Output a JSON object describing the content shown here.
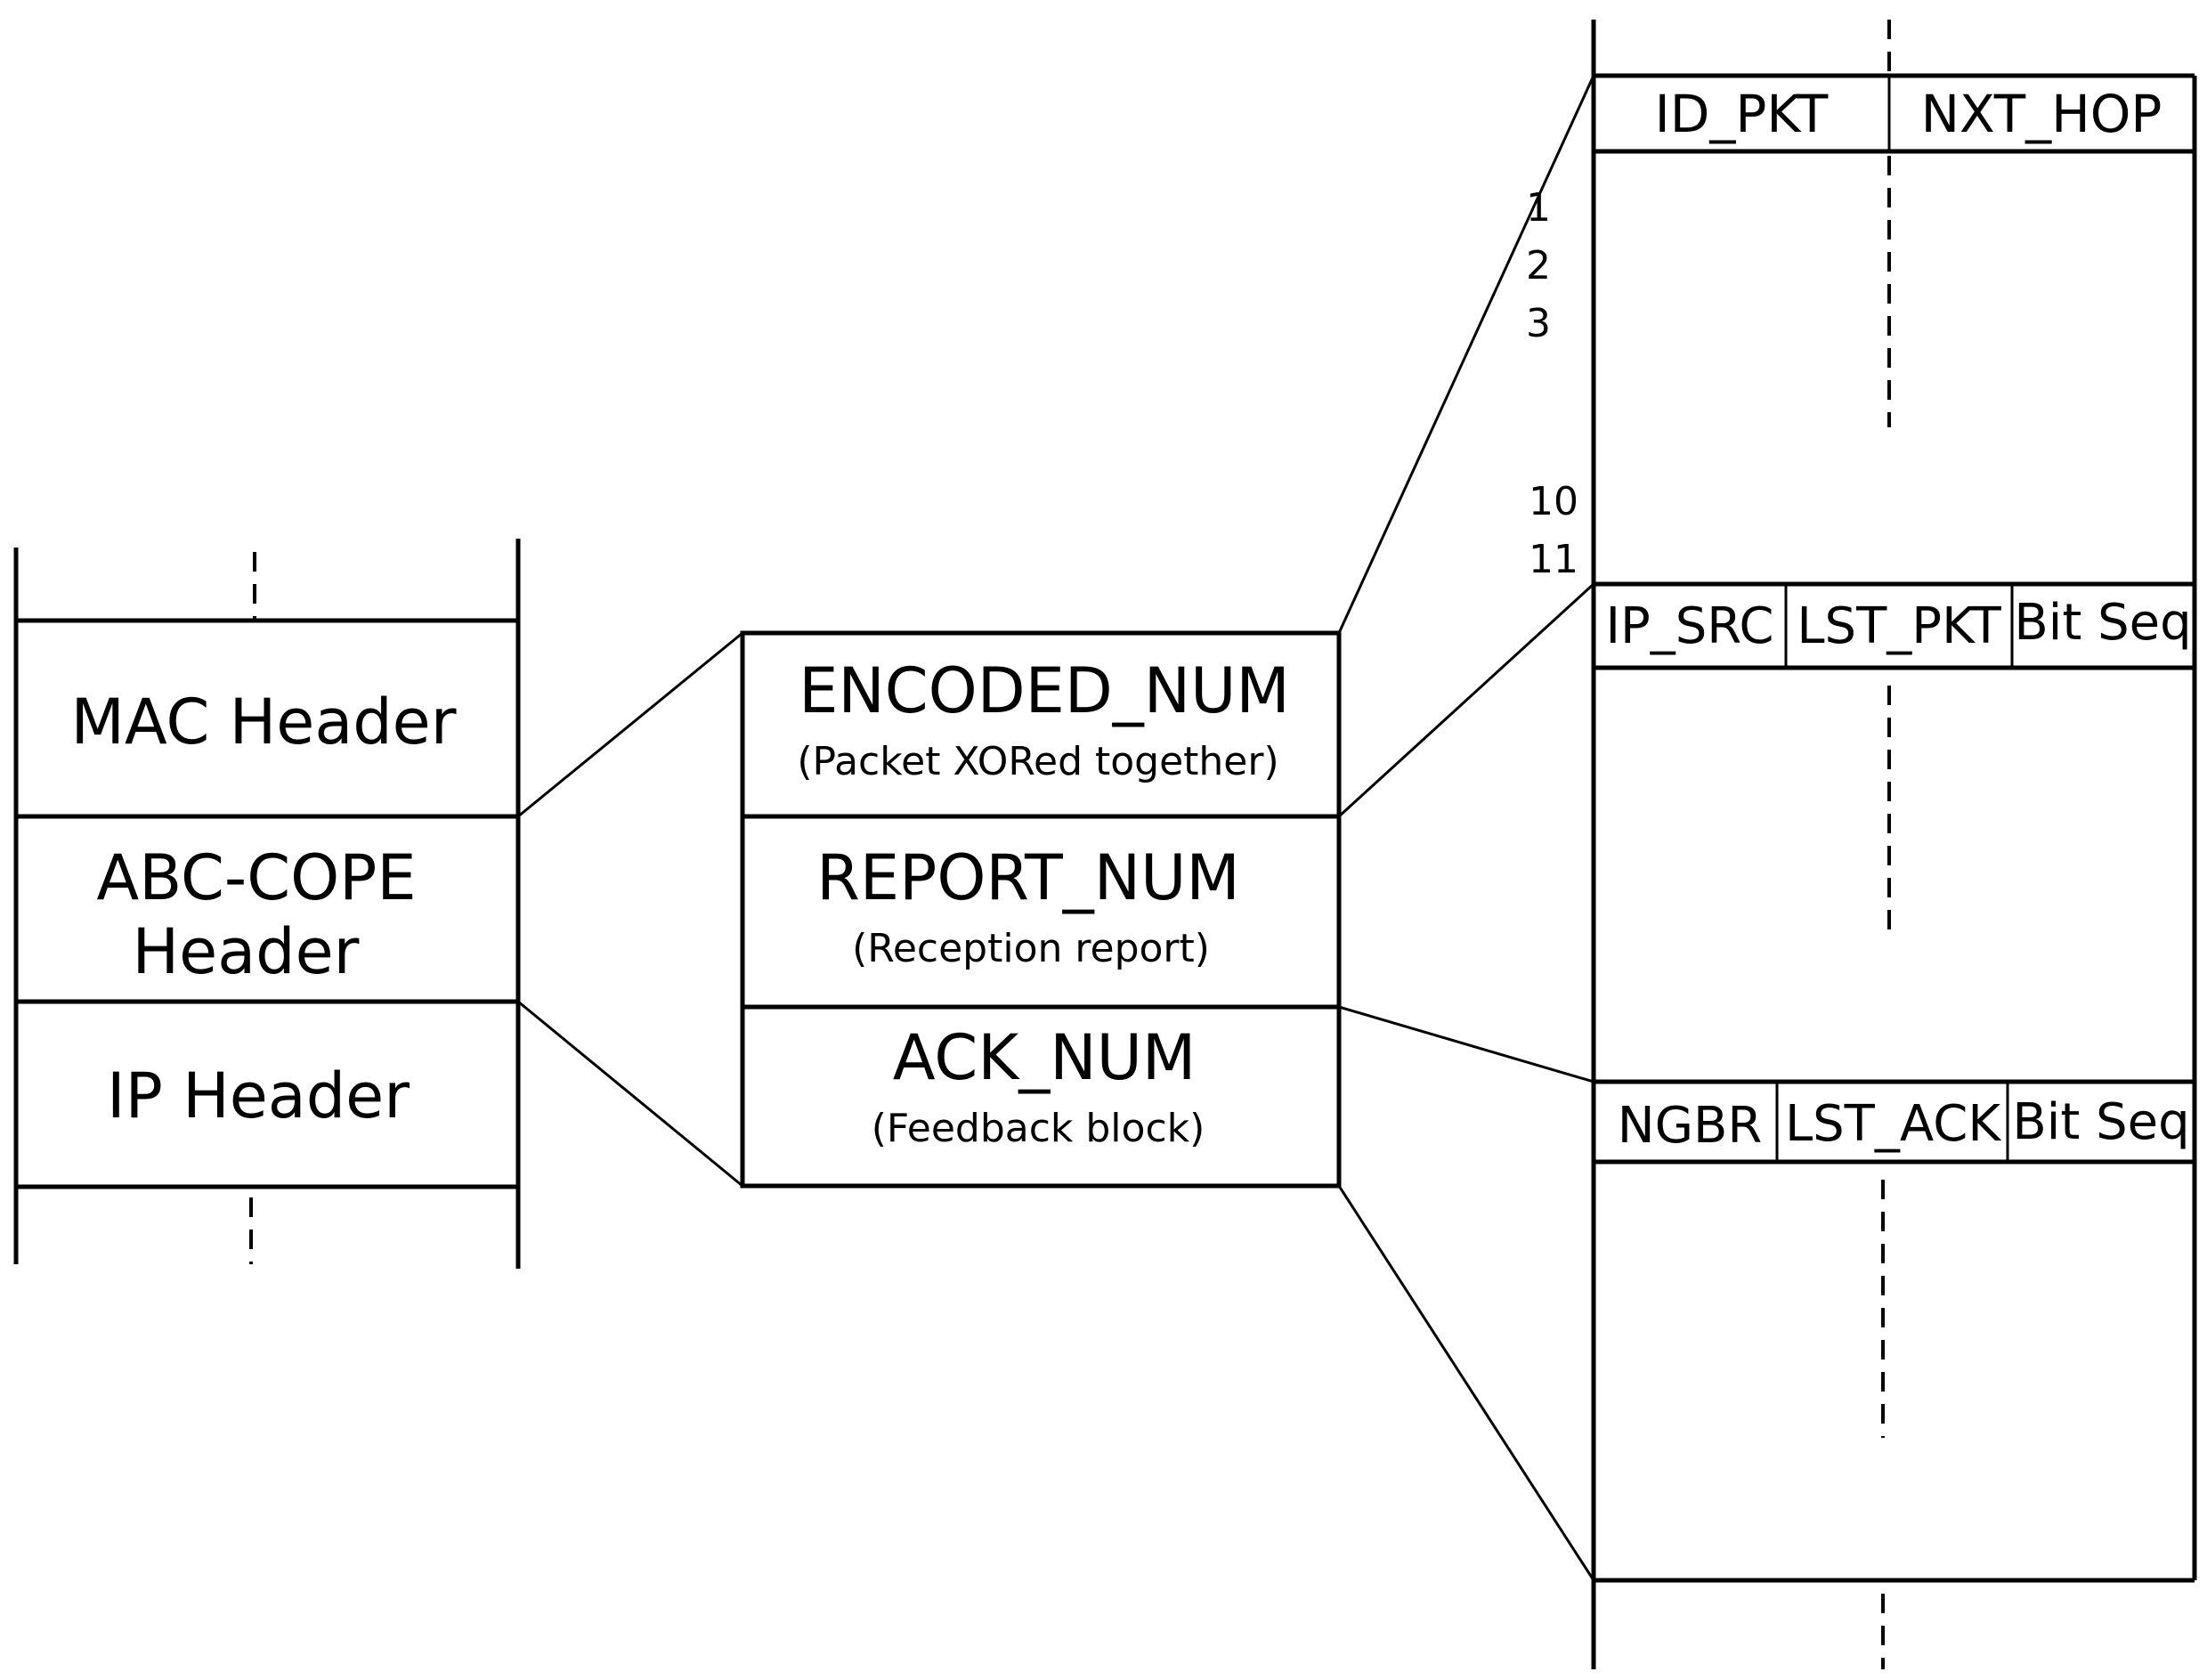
{
  "packet_stack": {
    "top_ellipsis": "⋮",
    "bottom_ellipsis": "⋮",
    "mac_header": "MAC Header",
    "abc_cope_header_line1": "ABC-COPE",
    "abc_cope_header_line2": "Header",
    "ip_header": "IP Header"
  },
  "abc_cope_fields": {
    "encoded_num": "ENCODED_NUM",
    "encoded_desc": "(Packet XORed together)",
    "report_num": "REPORT_NUM",
    "report_desc": "(Reception report)",
    "ack_num": "ACK_NUM",
    "ack_desc": "(Feedback block)"
  },
  "encoded_block": {
    "col1": "ID_PKT",
    "col2": "NXT_HOP",
    "row_numbers": [
      "1",
      "2",
      "3",
      "10",
      "11"
    ]
  },
  "report_block": {
    "col1": "IP_SRC",
    "col2": "LST_PKT",
    "col3": "Bit Seq"
  },
  "ack_block": {
    "col1": "NGBR",
    "col2": "LST_ACK",
    "col3": "Bit Seq"
  }
}
